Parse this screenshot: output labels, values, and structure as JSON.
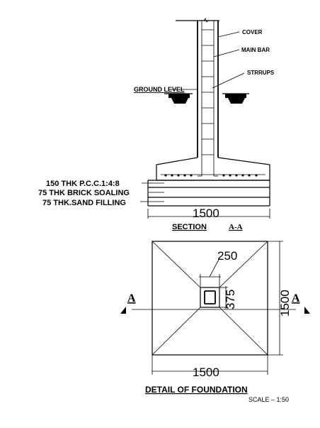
{
  "section": {
    "labels": {
      "cover": "COVER",
      "main_bar": "MAIN BAR",
      "stirrups": "STRRUPS",
      "ground_level": "GROUND  LEVEL"
    },
    "layers": [
      "150  THK  P.C.C.1:4:8",
      "75  THK  BRICK  SOALING",
      "75  THK.SAND  FILLING"
    ],
    "width_dim": "1500",
    "title": "SECTION",
    "title_ref": "A-A"
  },
  "plan": {
    "column_width_dim": "250",
    "column_depth_dim": "375",
    "width_dim": "1500",
    "height_dim": "1500",
    "section_marker": "A",
    "title": "DETAIL OF FOUNDATION",
    "scale": "SCALE  –  1:50"
  }
}
